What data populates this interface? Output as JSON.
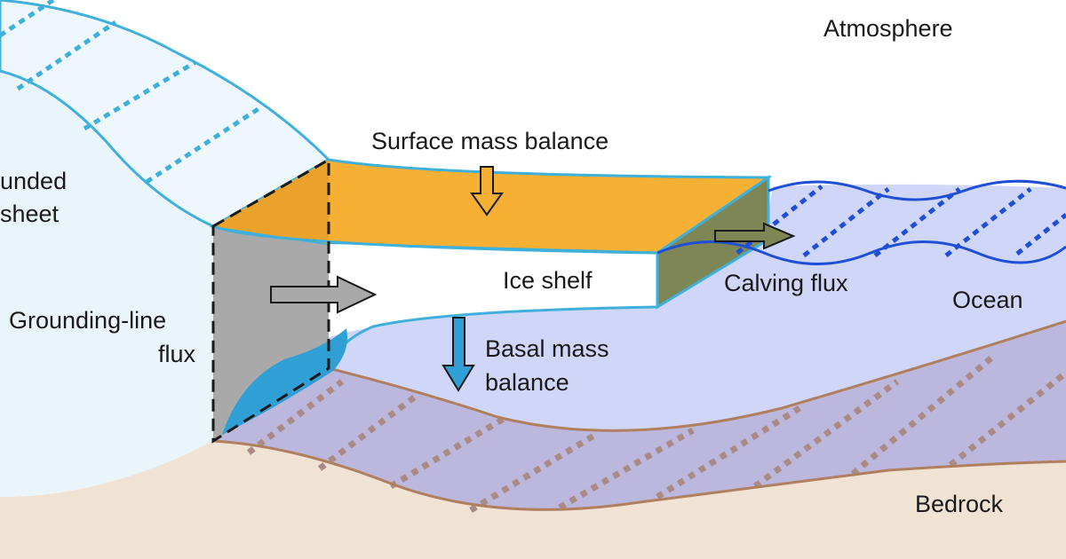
{
  "labels": {
    "atmosphere": "Atmosphere",
    "grounded_line1": "unded",
    "grounded_line2": "sheet",
    "surface_mass_balance": "Surface mass balance",
    "ice_shelf": "Ice shelf",
    "grounding_line_flux_1": "Grounding-line",
    "grounding_line_flux_2": "flux",
    "basal_mass_balance_1": "Basal mass",
    "basal_mass_balance_2": "balance",
    "calving_flux": "Calving flux",
    "ocean": "Ocean",
    "bedrock": "Bedrock"
  },
  "colors": {
    "ice_sheet_fill": "#eef7fb",
    "ice_outline": "#3fb0dc",
    "shelf_top": "#f6b033",
    "shelf_side": "#eba22a",
    "grounding_face": "#a9a9a9",
    "calving_face": "#7d8654",
    "ocean": "#cfd6f7",
    "ocean_wave": "#1e4fd6",
    "bedrock": "#f0e3d4",
    "bedrock_line": "#b07f5f",
    "sediment_dots": "#a98a85",
    "basal_melt_pocket": "#2f9fd6"
  }
}
